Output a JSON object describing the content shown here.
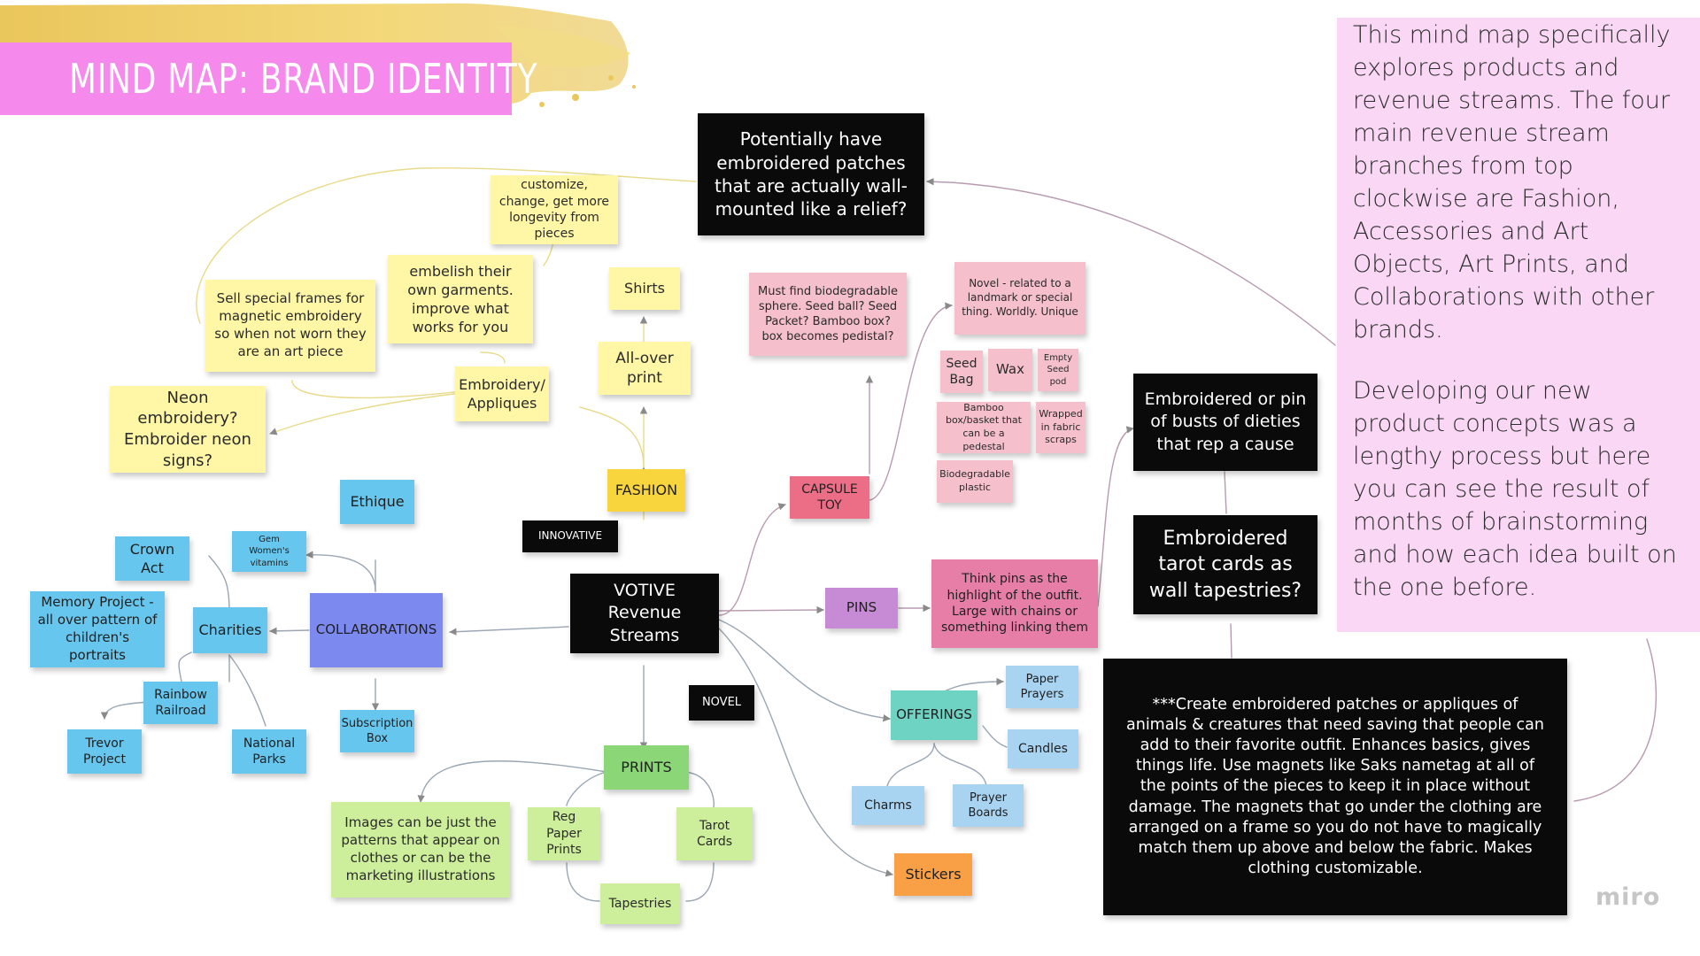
{
  "title": "MIND MAP: BRAND IDENTITY",
  "side_panel": {
    "paragraph_1": "This mind map specifically explores products and revenue streams. The four main revenue stream branches from top clockwise are Fashion, Accessories and Art Objects, Art Prints, and Collaborations with other brands.",
    "paragraph_2": "Developing our new product concepts was a lengthy process but here you can see the result of months of brainstorming and how each idea built on the one before."
  },
  "logo": "miro",
  "colors": {
    "banner": "#f589ec",
    "panel": "#f9d7f5",
    "connector": "#9a9a9a"
  },
  "notes": {
    "center": "VOTIVE Revenue Streams",
    "innovative": "INNOVATIVE",
    "novel": "NOVEL",
    "fashion": "FASHION",
    "allover": "All-over print",
    "shirts": "Shirts",
    "embroidery": "Embroidery/ Appliques",
    "neon": "Neon embroidery? Embroider neon signs?",
    "frames": "Sell special frames for magnetic embroidery so when not worn they are an art piece",
    "embelish": "embelish their own garments. improve what works for you",
    "customize": "customize, change, get more longevity from pieces",
    "wall_patches": "Potentially have embroidered patches that are actually wall-mounted like a relief?",
    "capsule": "CAPSULE TOY",
    "biodegradable_sphere": "Must find biodegradable sphere. Seed ball? Seed Packet? Bamboo box? box becomes pedistal?",
    "novel_landmark": "Novel - related to a landmark or special thing. Worldly. Unique",
    "seed_bag": "Seed Bag",
    "wax": "Wax",
    "empty_pod": "Empty Seed pod",
    "bamboo_box": "Bamboo box/basket that can be a pedestal",
    "wrapped_fabric": "Wrapped in fabric scraps",
    "bio_plastic": "Biodegradable plastic",
    "pins": "PINS",
    "pins_highlight": "Think pins as the highlight of the outfit. Large with chains or something linking them",
    "busts": "Embroidered or pin of busts of dieties that rep a cause",
    "tarot_tapestries": "Embroidered tarot cards as wall tapestries?",
    "create_patches": "***Create embroidered patches or appliques of animals & creatures that need saving that people can add to their favorite outfit. Enhances basics, gives things life. Use magnets like Saks nametag at all of the points of the pieces to keep it in place without damage. The magnets that go under the clothing are arranged on a frame so you do not have to magically match them up above and below the fabric. Makes clothing customizable.",
    "offerings": "OFFERINGS",
    "paper_prayers": "Paper Prayers",
    "candles": "Candles",
    "charms": "Charms",
    "prayer_boards": "Prayer Boards",
    "stickers": "Stickers",
    "prints": "PRINTS",
    "images_patterns": "Images can be just the patterns that appear on clothes or can be the marketing illustrations",
    "reg_paper": "Reg Paper Prints",
    "tarot_cards": "Tarot Cards",
    "tapestries": "Tapestries",
    "collaborations": "COLLABORATIONS",
    "ethique": "Ethique",
    "gem_vitamins": "Gem Women's vitamins",
    "charities": "Charities",
    "crown_act": "Crown Act",
    "memory_project": "Memory Project - all over pattern of children's portraits",
    "rainbow_railroad": "Rainbow Railroad",
    "trevor_project": "Trevor Project",
    "national_parks": "National Parks",
    "subscription_box": "Subscription Box"
  }
}
